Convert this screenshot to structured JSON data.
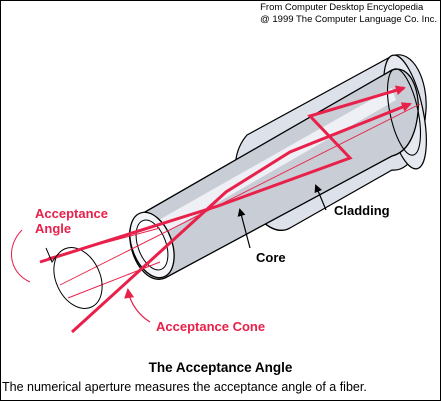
{
  "credit": {
    "line1": "From Computer Desktop Encyclopedia",
    "line2": "@ 1999 The Computer Language Co. Inc."
  },
  "labels": {
    "acceptance_angle_1": "Acceptance",
    "acceptance_angle_2": "Angle",
    "cladding": "Cladding",
    "core": "Core",
    "acceptance_cone": "Acceptance Cone"
  },
  "caption": {
    "title": "The Acceptance Angle",
    "text": "The numerical aperture measures the acceptance angle of a fiber."
  },
  "colors": {
    "ray": "#e8204a",
    "cladding_fill": "#dde1ea",
    "core_fill": "#c9cdd6",
    "outline": "#000000"
  }
}
